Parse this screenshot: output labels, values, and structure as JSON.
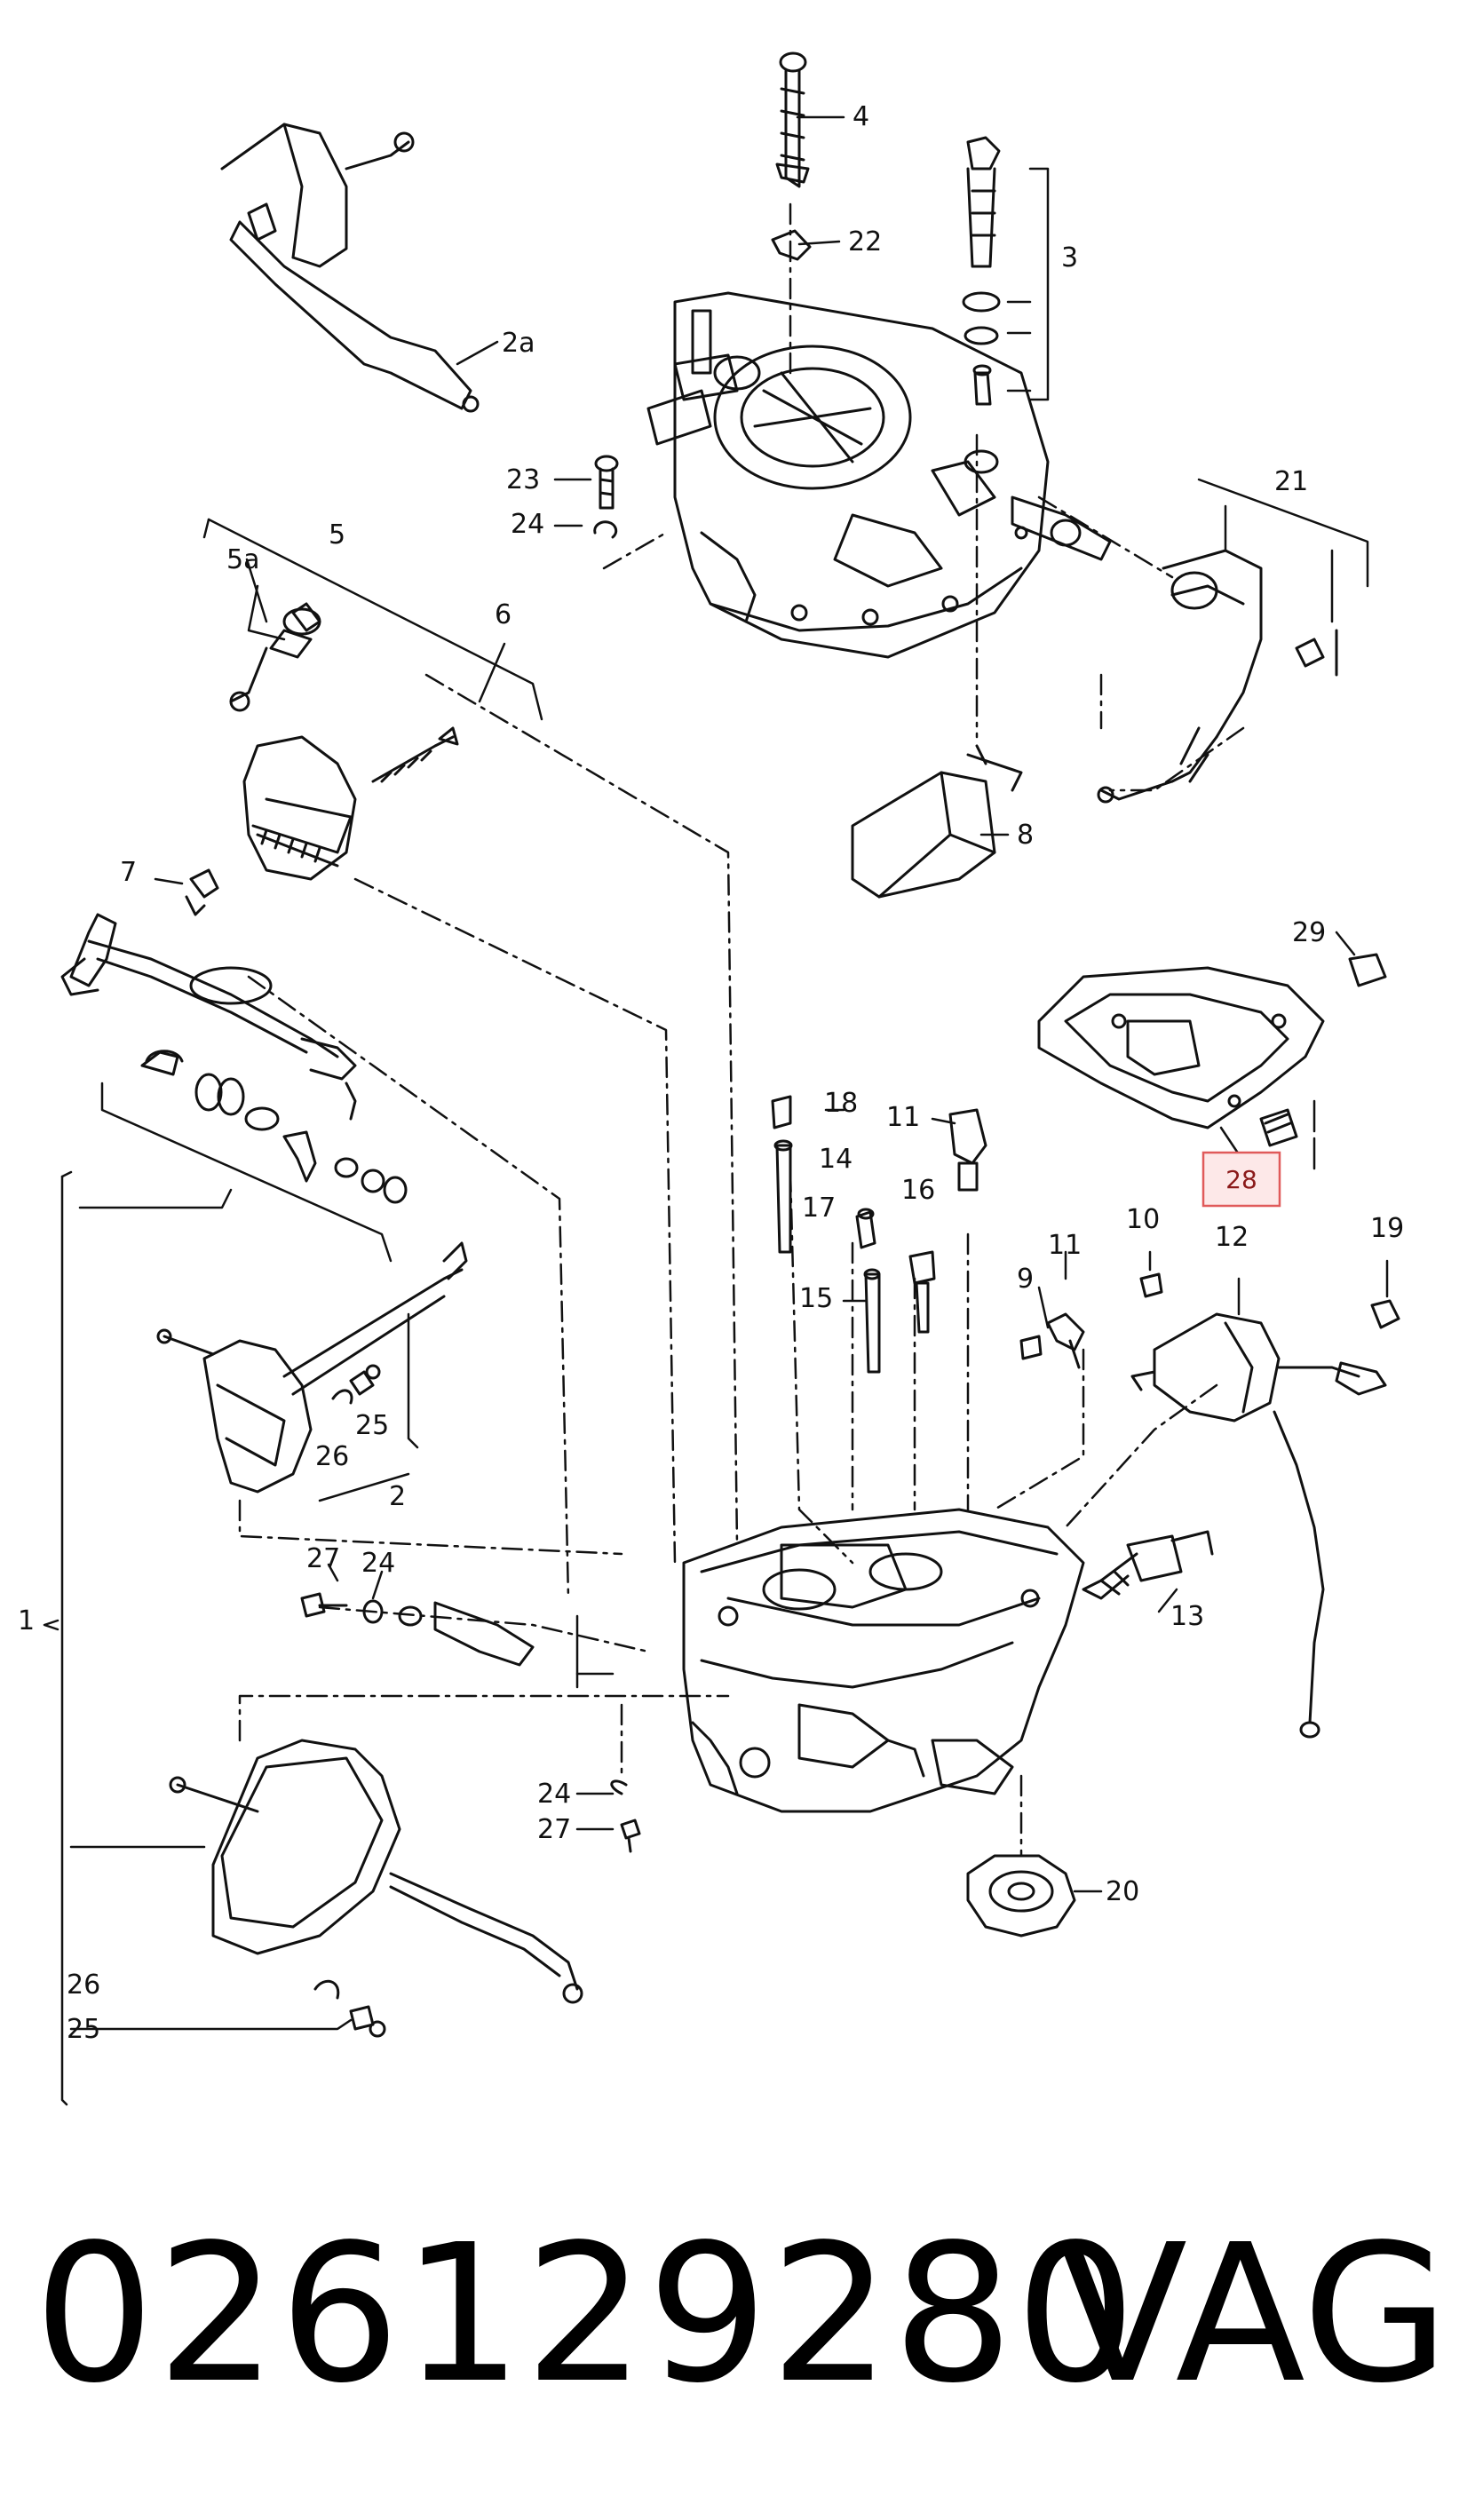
{
  "diagram": {
    "callouts": [
      "4",
      "22",
      "3",
      "2a",
      "21",
      "23",
      "24",
      "5",
      "5a",
      "6",
      "7",
      "8",
      "29",
      "28",
      "18",
      "11",
      "14",
      "17",
      "16",
      "10",
      "19",
      "12",
      "9",
      "15",
      "25",
      "26",
      "2",
      "27",
      "13",
      "1",
      "20"
    ],
    "highlighted_callout": "28",
    "highlight_color": "#e05a5a",
    "highlight_fill": "#fde8e8"
  },
  "footer": {
    "part_number": "026129280",
    "brand": "VAG"
  }
}
